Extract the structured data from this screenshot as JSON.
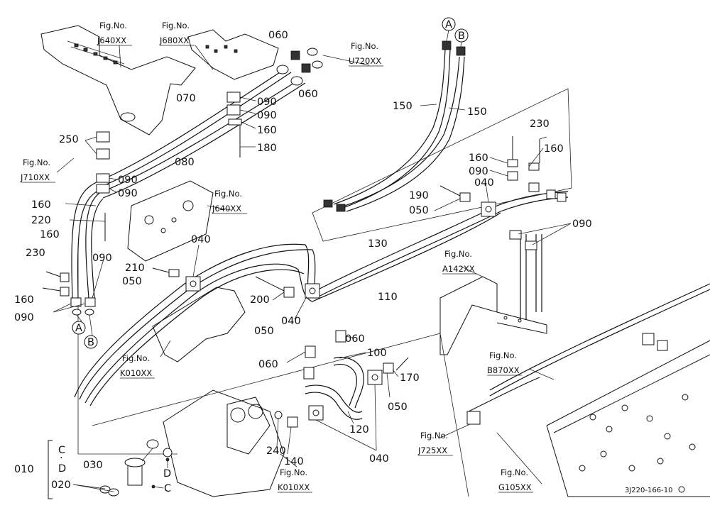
{
  "part_labels": {
    "p060a": "060",
    "p060b": "060",
    "p060c": "060",
    "p060d": "060",
    "p070": "070",
    "p080": "080",
    "p090a": "090",
    "p090b": "090",
    "p090c": "090",
    "p090d": "090",
    "p090e": "090",
    "p090f": "090",
    "p090g": "090",
    "p160a": "160",
    "p160b": "160",
    "p160c": "160",
    "p160d": "160",
    "p160e": "160",
    "p180": "180",
    "p250": "250",
    "p220": "220",
    "p230a": "230",
    "p230b": "230",
    "p150a": "150",
    "p150b": "150",
    "p190": "190",
    "p050a": "050",
    "p050b": "050",
    "p050c": "050",
    "p050d": "050",
    "p040a": "040",
    "p040b": "040",
    "p040c": "040",
    "p040d": "040",
    "p130": "130",
    "p110": "110",
    "p210": "210",
    "p200": "200",
    "p100": "100",
    "p170": "170",
    "p120": "120",
    "p140": "140",
    "p240": "240",
    "p010": "010",
    "p030": "030",
    "p020": "020"
  },
  "letters": {
    "a1": "A",
    "b1": "B",
    "a2": "A",
    "b2": "B",
    "c1": "C",
    "d1": "D",
    "c2": "C",
    "d2": "D"
  },
  "fig_refs": {
    "j640a": {
      "title": "Fig.No.",
      "code": "J640XX"
    },
    "j680": {
      "title": "Fig.No.",
      "code": "J680XX"
    },
    "u720": {
      "title": "Fig.No.",
      "code": "U720XX"
    },
    "j710": {
      "title": "Fig.No.",
      "code": "J710XX"
    },
    "j640b": {
      "title": "Fig.No.",
      "code": "J640XX"
    },
    "a142": {
      "title": "Fig.No.",
      "code": "A142XX"
    },
    "k010a": {
      "title": "Fig.No.",
      "code": "K010XX"
    },
    "b870": {
      "title": "Fig.No.",
      "code": "B870XX"
    },
    "j725": {
      "title": "Fig.No.",
      "code": "J725XX"
    },
    "k010b": {
      "title": "Fig.No.",
      "code": "K010XX"
    },
    "g105": {
      "title": "Fig.No.",
      "code": "G105XX"
    }
  },
  "drawing_code": "3J220-166-10"
}
